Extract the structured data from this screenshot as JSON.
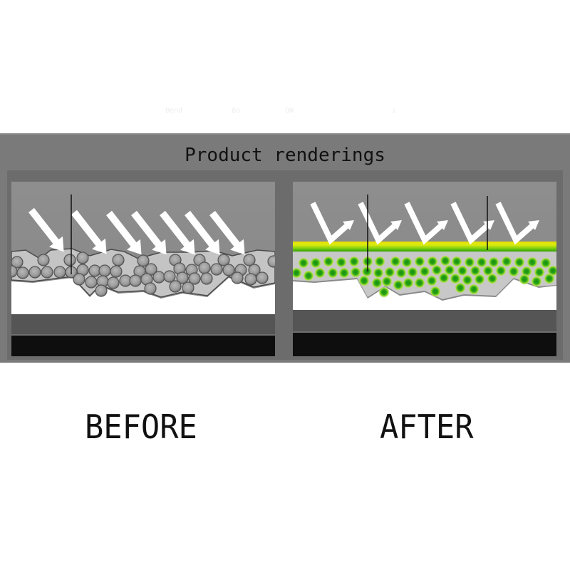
{
  "header": {
    "faint_fragments": [
      "Bend",
      "Bo",
      "QN",
      "i"
    ]
  },
  "banner": {
    "title": "Product renderings",
    "background": "#7a7a7a"
  },
  "panels": [
    {
      "id": "before",
      "label": "BEFORE",
      "description": "Uncoated rough surface; incoming light arrows absorbed into porous particle layer",
      "arrow_count": 7,
      "colors": {
        "sky": "#888888",
        "particle_layer": "#c4c4c4",
        "particles": "#9a9a9a",
        "base": "#ffffff",
        "lower_band": "#555555",
        "bottom": "#0e0e0e"
      }
    },
    {
      "id": "after",
      "label": "AFTER",
      "description": "Coated surface with green/yellow film; incoming light reflected",
      "arrow_count": 5,
      "colors": {
        "sky": "#888888",
        "coating_top": "#e6e600",
        "coating_bottom": "#2ea000",
        "particle_layer": "#c8c8c8",
        "particles": "#1f9a10",
        "particle_glow": "#c6f02a",
        "base": "#ffffff",
        "lower_band": "#555555",
        "bottom": "#0e0e0e"
      }
    }
  ],
  "captions": {
    "before": "BEFORE",
    "after": "AFTER"
  }
}
